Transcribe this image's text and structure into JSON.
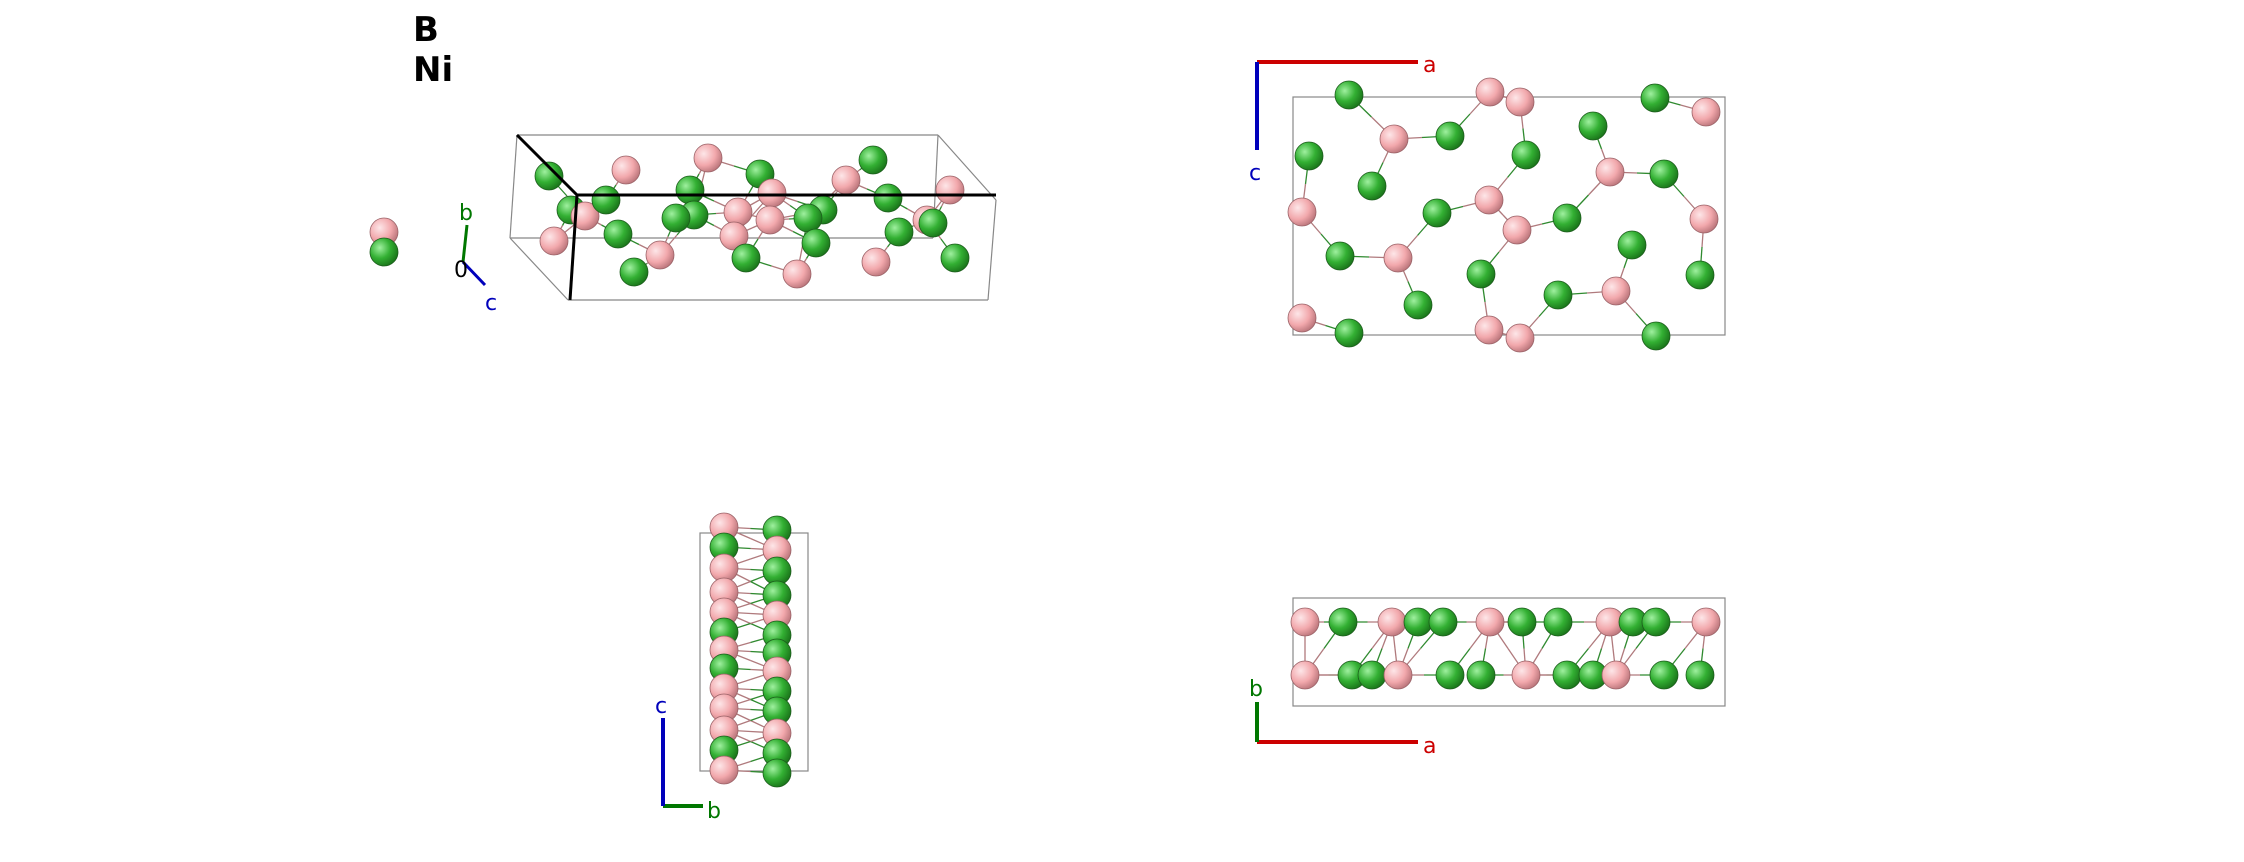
{
  "legend": {
    "elements": [
      {
        "symbol": "B",
        "color": "#f2a8ac"
      },
      {
        "symbol": "Ni",
        "color": "#33b033"
      }
    ]
  },
  "axis_labels": {
    "a": "a",
    "b": "b",
    "c": "c",
    "origin": "0"
  },
  "colors": {
    "a_axis": "#cc0000",
    "b_axis": "#007700",
    "c_axis": "#0000bb",
    "cell": "#888888",
    "boron_fill": "#f2a8ac",
    "nickel_fill": "#33b033",
    "bond_b": "#b07a7d",
    "bond_ni": "#2f8a2f"
  }
}
